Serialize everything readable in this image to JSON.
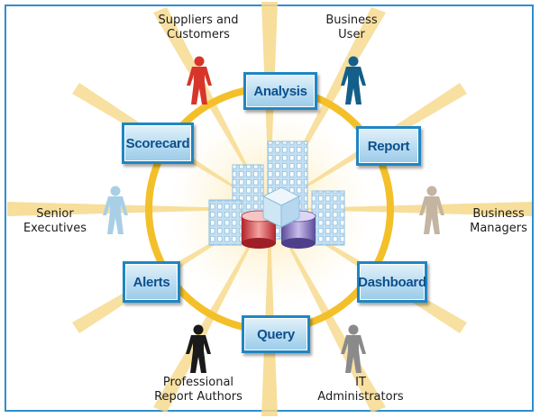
{
  "nodes": {
    "analysis": "Analysis",
    "report": "Report",
    "dashboard": "Dashboard",
    "query": "Query",
    "alerts": "Alerts",
    "scorecard": "Scorecard"
  },
  "users": {
    "suppliers": {
      "label": "Suppliers and\nCustomers",
      "color": "#d8352a"
    },
    "business_user": {
      "label": "Business\nUser",
      "color": "#135f8a"
    },
    "business_managers": {
      "label": "Business\nManagers",
      "color": "#c4b4a2"
    },
    "it_admins": {
      "label": "IT\nAdministrators",
      "color": "#8a8a8a"
    },
    "report_authors": {
      "label": "Professional\nReport Authors",
      "color": "#1a1a1a"
    },
    "senior_executives": {
      "label": "Senior\nExecutives",
      "color": "#a9cfe6"
    }
  },
  "colors": {
    "ring": "#f3c02a",
    "ray": "#f6d88a",
    "node_border": "#1f86c3",
    "frame": "#2f8fcf"
  }
}
